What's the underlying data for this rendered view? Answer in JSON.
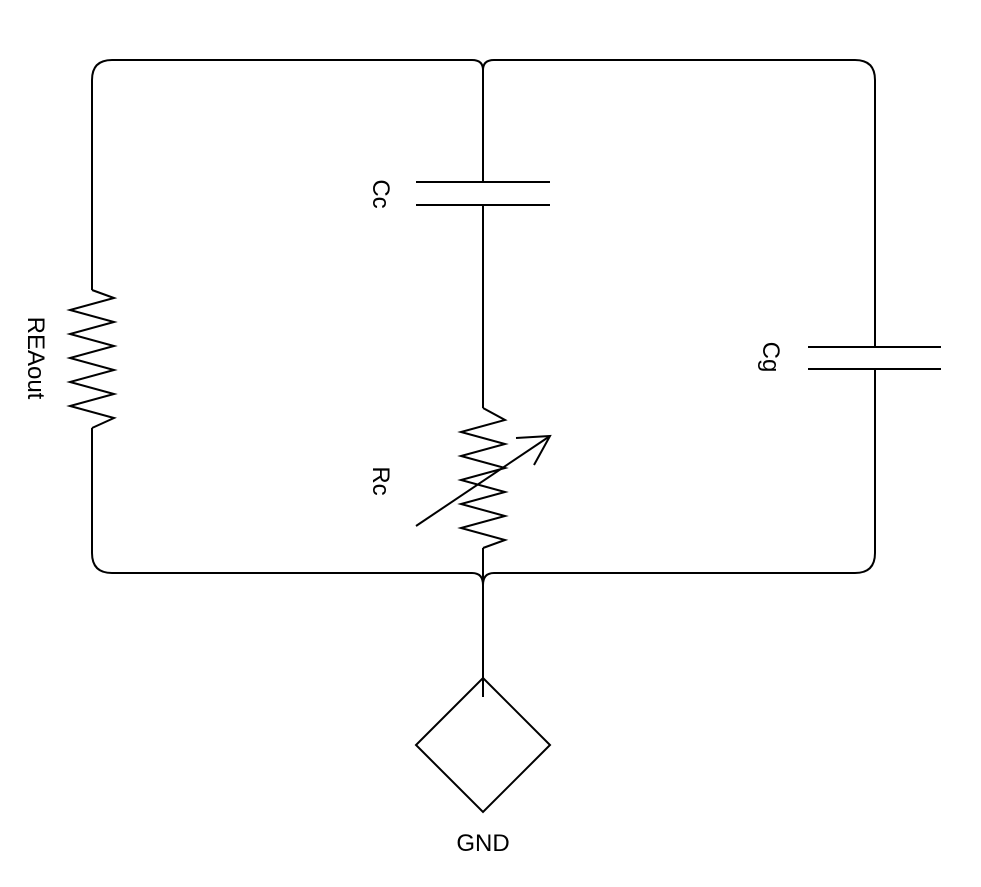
{
  "components": {
    "reaout": {
      "label": "REAout",
      "kind": "resistor"
    },
    "cc": {
      "label": "Cc",
      "kind": "capacitor"
    },
    "rc": {
      "label": "Rc",
      "kind": "variable-resistor"
    },
    "cg": {
      "label": "Cg",
      "kind": "capacitor"
    },
    "gnd": {
      "label": "GND",
      "kind": "ground"
    }
  },
  "colors": {
    "stroke": "#000000",
    "background": "#ffffff"
  }
}
